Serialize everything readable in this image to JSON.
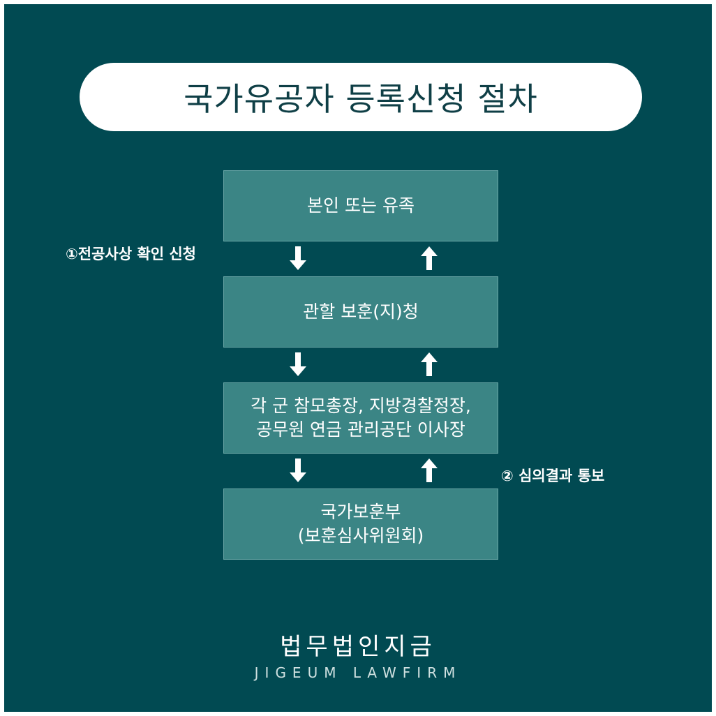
{
  "title": "국가유공자 등록신청 절차",
  "steps": [
    {
      "lines": [
        "본인 또는 유족"
      ]
    },
    {
      "lines": [
        "관할 보훈(지)청"
      ]
    },
    {
      "lines": [
        "각 군 참모총장, 지방경찰정장,",
        "공무원 연금 관리공단 이사장"
      ]
    },
    {
      "lines": [
        "국가보훈부",
        "(보훈심사위원회)"
      ]
    }
  ],
  "labels": {
    "apply": "①전공사상 확인 신청",
    "notify": "② 심의결과 통보"
  },
  "footer": {
    "name_ko": "법무법인지금",
    "name_en": "JIGEUM LAWFIRM"
  },
  "colors": {
    "background": "#014a52",
    "box": "#3b8585",
    "pill": "#ffffff",
    "title_text": "#0f3f46",
    "arrow": "#ffffff"
  }
}
